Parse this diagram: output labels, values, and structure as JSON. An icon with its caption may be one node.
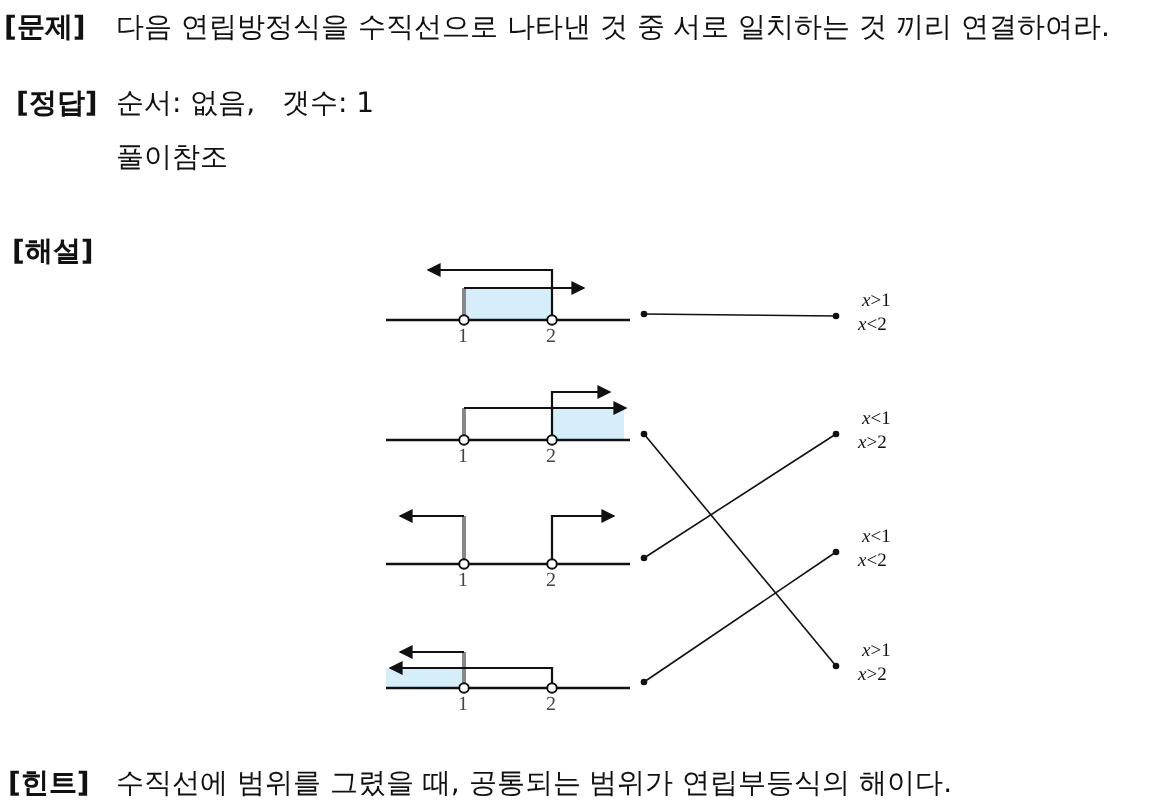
{
  "diagram": {
    "nodes": [
      {
        "text": [
          "1",
          "2"
        ]
      },
      {
        "text": [
          "1",
          "2"
        ]
      },
      {
        "text": [
          "1",
          "2"
        ]
      },
      {
        "text": [
          "1",
          "2"
        ]
      },
      {
        "text": [
          "*x*>1",
          "*x*<2"
        ]
      },
      {
        "text": [
          "*x*<1",
          "*x*>2"
        ]
      },
      {
        "text": [
          "*x*<1",
          "*x*<2"
        ]
      },
      {
        "text": [
          "*x*>1",
          "*x*>2"
        ]
      }
    ],
    "edges": [
      {
        "from": 0,
        "to": 4,
        "arrow": "other"
      },
      {
        "from": 1,
        "to": 7,
        "arrow": "other"
      },
      {
        "from": 2,
        "to": 5,
        "arrow": "other"
      },
      {
        "from": 3,
        "to": 6,
        "arrow": "other"
      }
    ],
    "labels": [
      "[문제]",
      "다음 연립방정식을 수직선으로 나타낸 것 중 서로 일치하는 것 끼리 연결하여라.",
      "[정답]",
      "순서: 없음,   갯수: 1",
      "풀이참조",
      "[해설]",
      "[힌트]",
      "수직선에 범위를 그렸을 때, 공통되는 범위가 연립부등식의 해이다."
    ]
  }
}
